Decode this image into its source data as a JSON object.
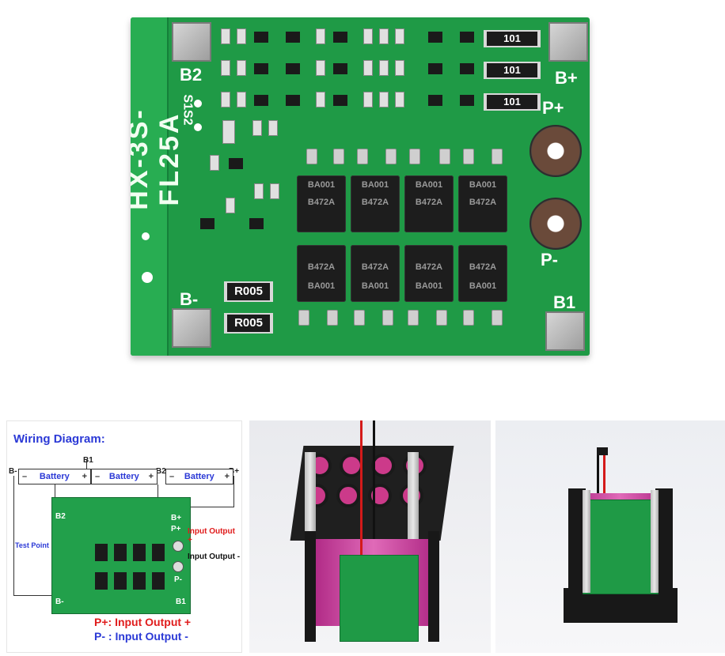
{
  "board": {
    "model": "HX-3S-FL25A",
    "labels": {
      "b2": "B2",
      "s1s2": "S1S2",
      "b_minus": "B-",
      "b_plus": "B+",
      "p_plus": "P+",
      "p_minus": "P-",
      "b1": "B1"
    },
    "resistors_top": [
      "101",
      "101",
      "101"
    ],
    "resistors_shunt": [
      "R005",
      "R005"
    ],
    "mosfet_top_label": "BA001",
    "mosfet_bottom_label": "BA001",
    "mosfet_marking": "B472A"
  },
  "diagram": {
    "title": "Wiring Diagram:",
    "battery_label": "Battery",
    "node_labels": {
      "b_minus": "B-",
      "b1": "B1",
      "b2": "B2",
      "b_plus": "B+"
    },
    "signs": {
      "minus": "–",
      "plus": "+"
    },
    "pcb_labels": {
      "b2": "B2",
      "b_plus": "B+",
      "p_plus": "P+",
      "p_minus": "P-",
      "b_minus": "B-",
      "b1": "B1"
    },
    "test_point": "Test Point",
    "input_output_plus": "Input Output +",
    "input_output_minus": "Input Output -",
    "legend_plus": "P+: Input Output +",
    "legend_minus": "P- : Input Output -"
  }
}
